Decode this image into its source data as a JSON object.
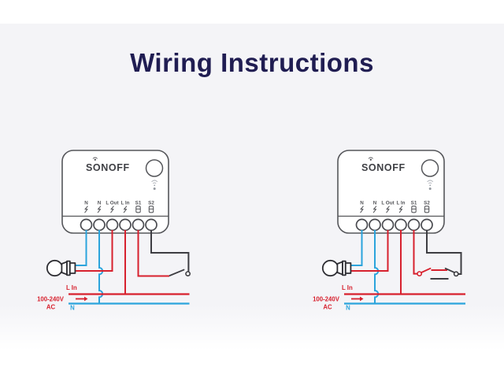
{
  "header": {
    "title": "Wiring Instructions"
  },
  "device": {
    "brand": "SONOFF",
    "terminals": [
      "N",
      "N",
      "L Out",
      "L In",
      "S1",
      "S2"
    ]
  },
  "power_labels": {
    "line_in": "L In",
    "voltage": "100-240V",
    "current_type": "AC",
    "neutral": "N"
  },
  "icons": [
    "lightning-icon",
    "contact-icon",
    "wifi-icon",
    "led-indicator",
    "pairing-button",
    "antenna-icon",
    "light-bulb-icon",
    "switch-lever-icon",
    "arrow-right-icon"
  ],
  "colors": {
    "title_text": "#201d52",
    "live_wire_red": "#d7212e",
    "neutral_wire_blue": "#2ba4dc",
    "signal_wire_dark": "#3d3d42",
    "panel_background": "#f4f4f7",
    "device_outline": "#55565a"
  }
}
